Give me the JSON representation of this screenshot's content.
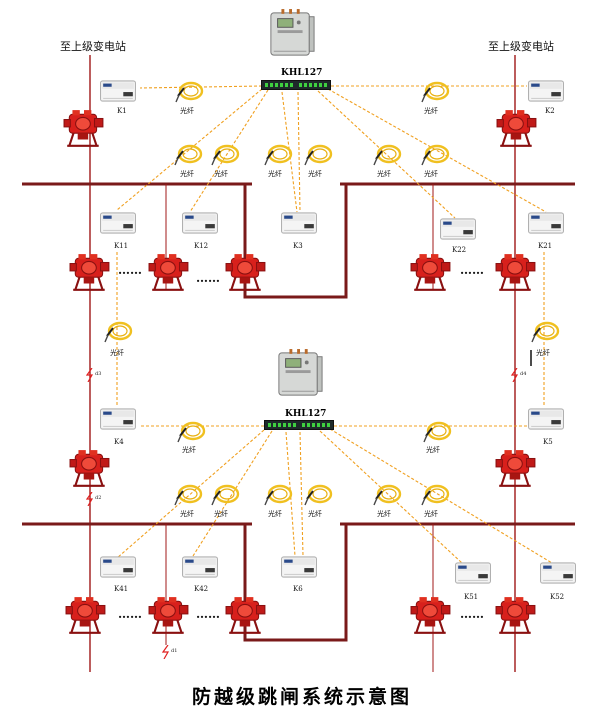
{
  "title": "防越级跳闸系统示意图",
  "upstream_left": "至上级变电站",
  "upstream_right": "至上级变电站",
  "fiber_label": "光纤",
  "ellipsis": "……",
  "switches": [
    "KHL127",
    "KHL127"
  ],
  "fault_labels": [
    "d3",
    "d4",
    "d2",
    "d1"
  ],
  "devices": [
    "K1",
    "K2",
    "K11",
    "K12",
    "K3",
    "K22",
    "K21",
    "K4",
    "K5",
    "K41",
    "K42",
    "K6",
    "K51",
    "K52"
  ],
  "colors": {
    "busbar": "#7a1a1a",
    "fiber": "#f0a020",
    "fault": "#e02020",
    "device_red": "#d8201c"
  }
}
